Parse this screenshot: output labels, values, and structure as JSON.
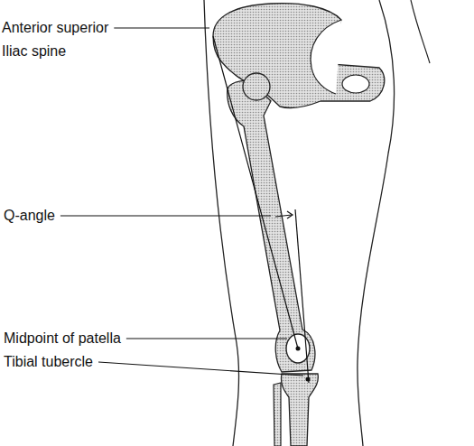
{
  "diagram": {
    "labels": [
      "Anterior superior Iliac spine",
      "Q-angle",
      "Midpoint of patella",
      "Tibial tubercle"
    ]
  }
}
